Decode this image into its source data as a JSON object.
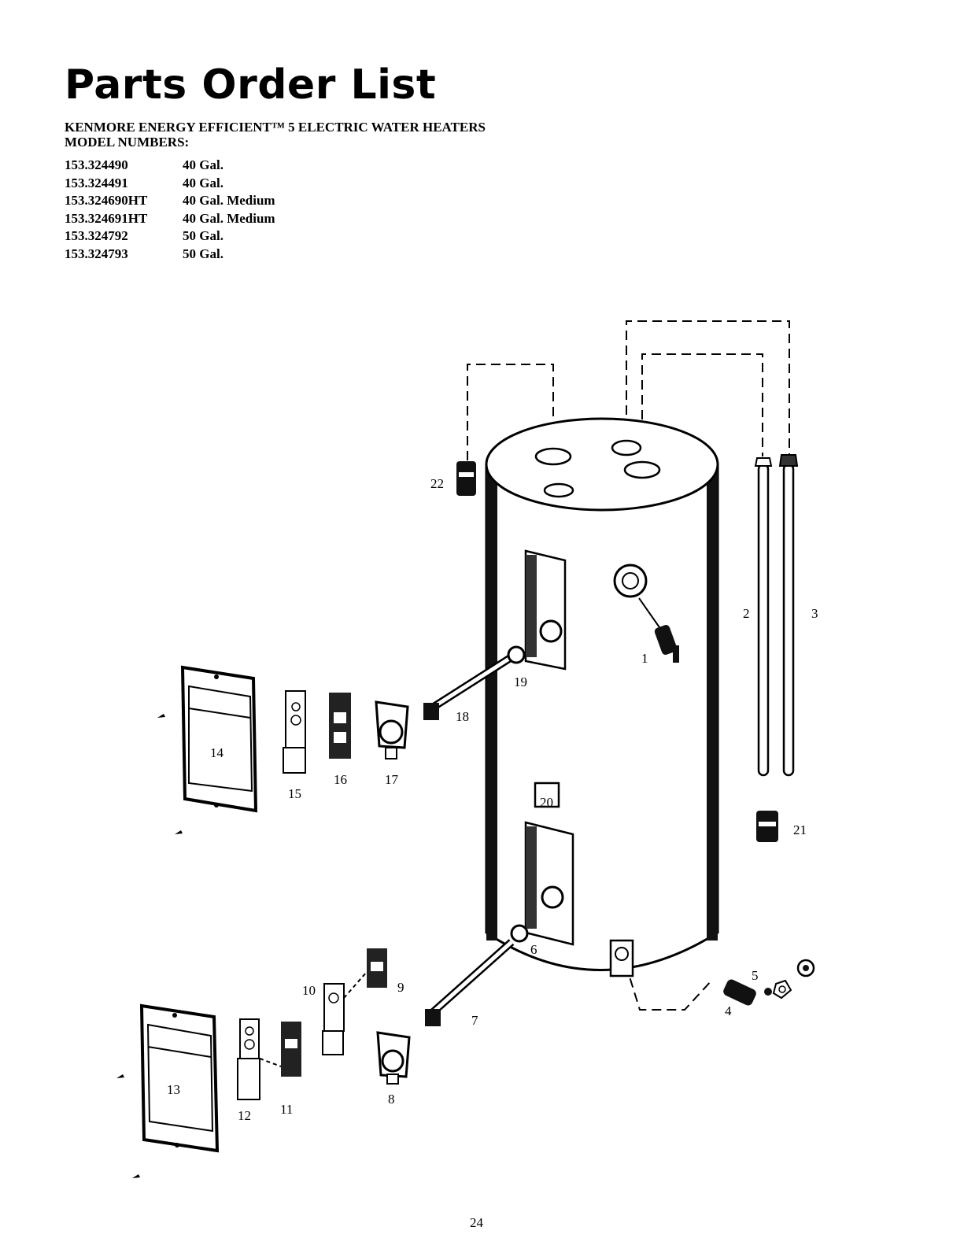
{
  "title": "Parts Order List",
  "subtitle_line1": "KENMORE ENERGY EFFICIENT™ 5 ELECTRIC WATER HEATERS",
  "subtitle_line2": "MODEL NUMBERS:",
  "models": [
    {
      "number": "153.324490",
      "capacity": "40 Gal."
    },
    {
      "number": "153.324491",
      "capacity": "40 Gal."
    },
    {
      "number": "153.324690HT",
      "capacity": "40 Gal. Medium"
    },
    {
      "number": "153.324691HT",
      "capacity": "40 Gal. Medium"
    },
    {
      "number": "153.324792",
      "capacity": "50 Gal."
    },
    {
      "number": "153.324793",
      "capacity": "50 Gal."
    }
  ],
  "part_labels": {
    "p1": "1",
    "p2": "2",
    "p3": "3",
    "p4": "4",
    "p5": "5",
    "p6": "6",
    "p7": "7",
    "p8": "8",
    "p9": "9",
    "p10": "10",
    "p11": "11",
    "p12": "12",
    "p13": "13",
    "p14": "14",
    "p15": "15",
    "p16": "16",
    "p17": "17",
    "p18": "18",
    "p19": "19",
    "p20": "20",
    "p21": "21",
    "p22": "22"
  },
  "page_number": "24"
}
